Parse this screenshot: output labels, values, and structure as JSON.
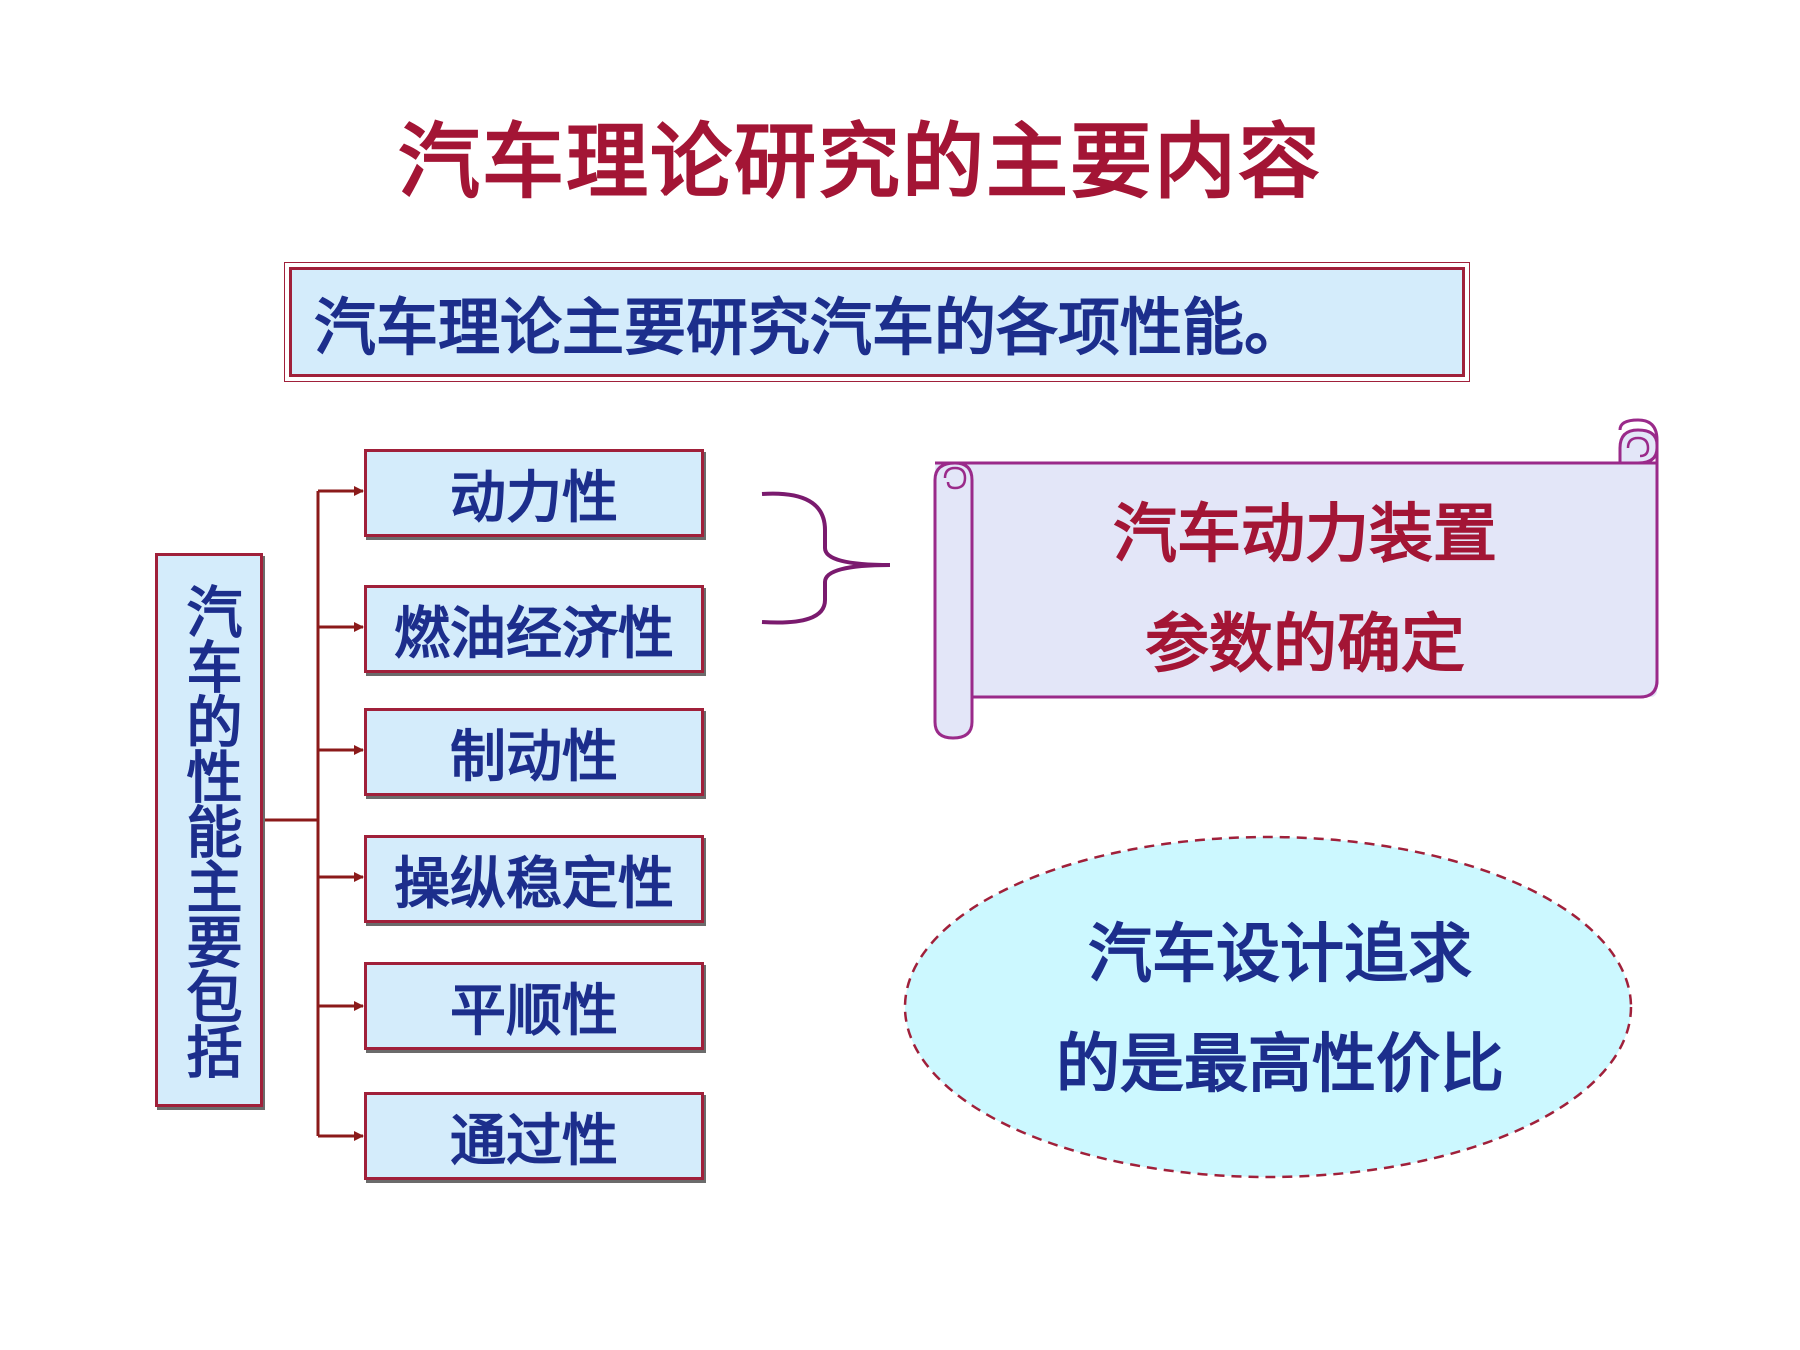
{
  "title": "汽车理论研究的主要内容",
  "summary": "汽车理论主要研究汽车的各项性能。",
  "performance_group": {
    "label": "汽车的性能主要包括",
    "items": [
      {
        "label": "动力性"
      },
      {
        "label": "燃油经济性"
      },
      {
        "label": "制动性"
      },
      {
        "label": "操纵稳定性"
      },
      {
        "label": "平顺性"
      },
      {
        "label": "通过性"
      }
    ]
  },
  "scroll_note": {
    "line1": "汽车动力装置",
    "line2": "参数的确定"
  },
  "ellipse_note": {
    "line1": "汽车设计追求",
    "line2": "的是最高性价比"
  },
  "colors": {
    "title": "#a31535",
    "text_blue": "#1c2e8c",
    "box_fill": "#d4ecfb",
    "border": "#a0203a",
    "connector": "#8b1a1a",
    "brace": "#7a1a6e",
    "scroll_fill": "#e3e6f8",
    "scroll_border": "#9a2a8a",
    "ellipse_fill": "#ccf8ff"
  }
}
